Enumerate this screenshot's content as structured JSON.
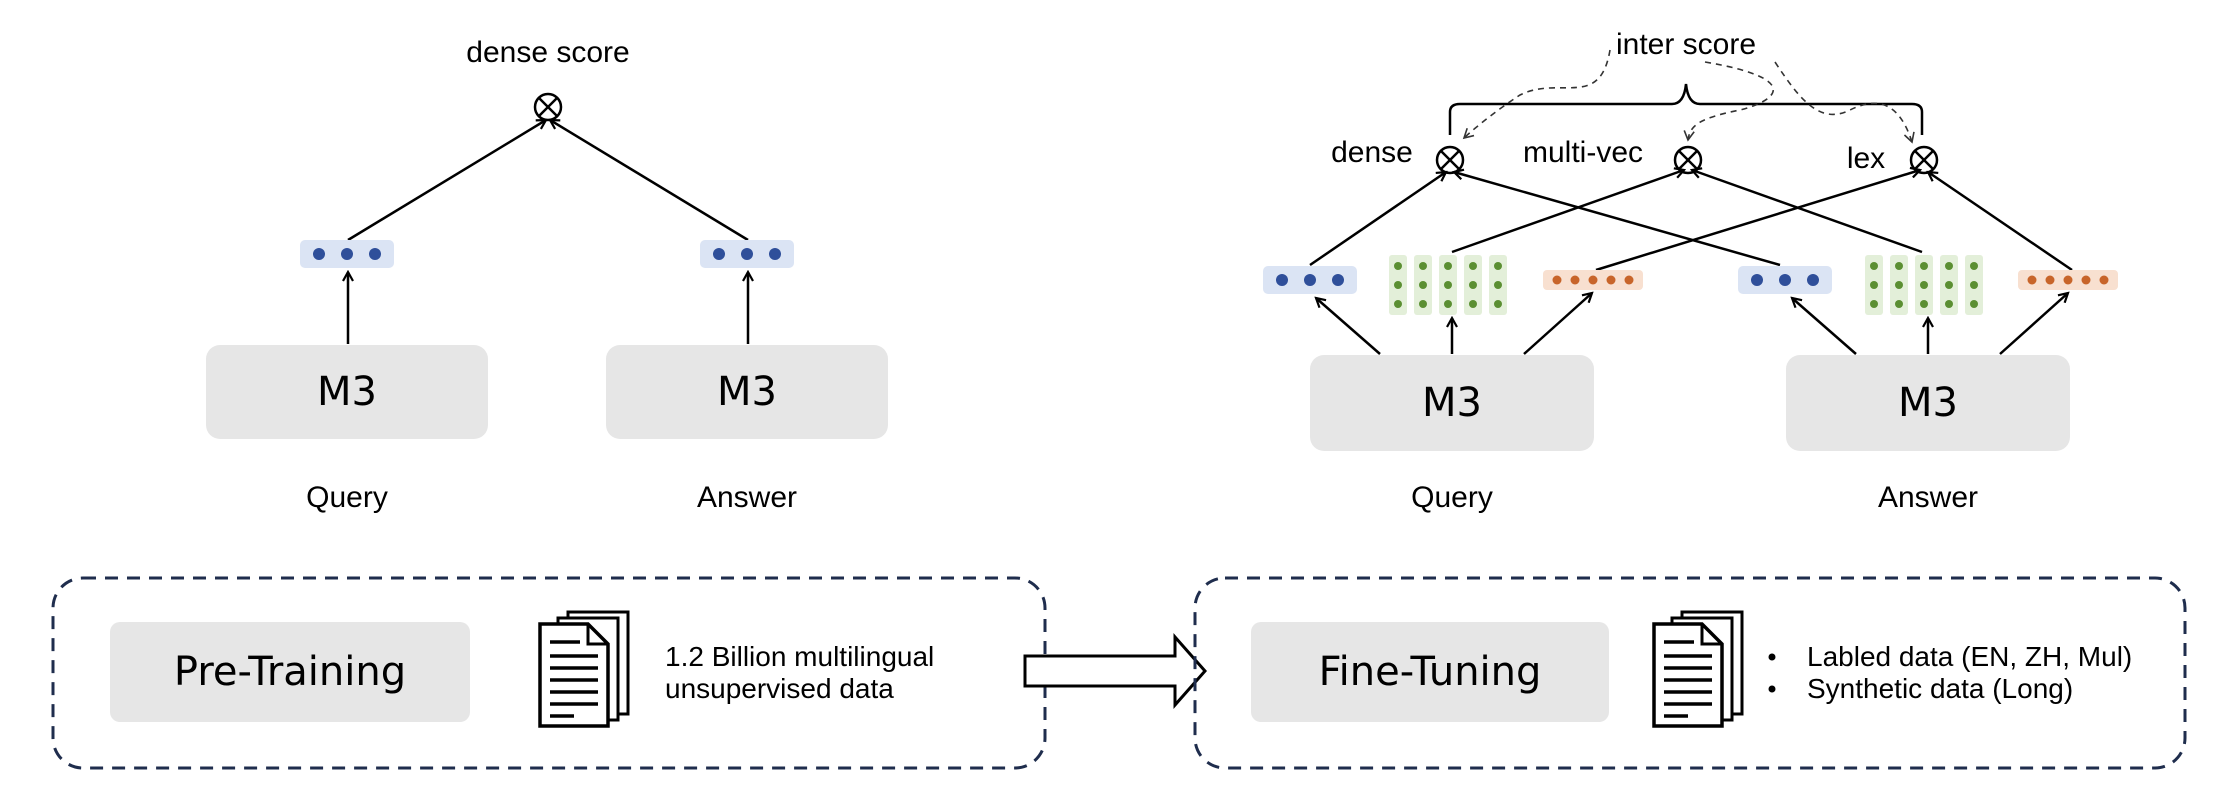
{
  "pretrain_diagram": {
    "score_label": "dense score",
    "query_encoder_label": "M3",
    "answer_encoder_label": "M3",
    "query_caption": "Query",
    "answer_caption": "Answer"
  },
  "finetune_diagram": {
    "inter_score_label": "inter score",
    "dense_label": "dense",
    "multivec_label": "multi-vec",
    "lex_label": "lex",
    "query_encoder_label": "M3",
    "answer_encoder_label": "M3",
    "query_caption": "Query",
    "answer_caption": "Answer"
  },
  "stages": {
    "pretraining": {
      "title": "Pre-Training",
      "data_line_1": "1.2 Billion multilingual",
      "data_line_2": "unsupervised data"
    },
    "finetuning": {
      "title": "Fine-Tuning",
      "bullets": [
        "Labled data (EN, ZH, Mul)",
        "Synthetic data (Long)"
      ]
    }
  },
  "colors": {
    "dense_vector": "#2f4f9a",
    "dense_vector_bg": "#dbe4f4",
    "multivec_dot": "#5b8f32",
    "multivec_bg": "#e3efd9",
    "sparse_dot": "#c8652a",
    "sparse_bg": "#f8e0d0",
    "encoder_box": "#e6e6e6",
    "stage_border": "#1f2d4d"
  }
}
